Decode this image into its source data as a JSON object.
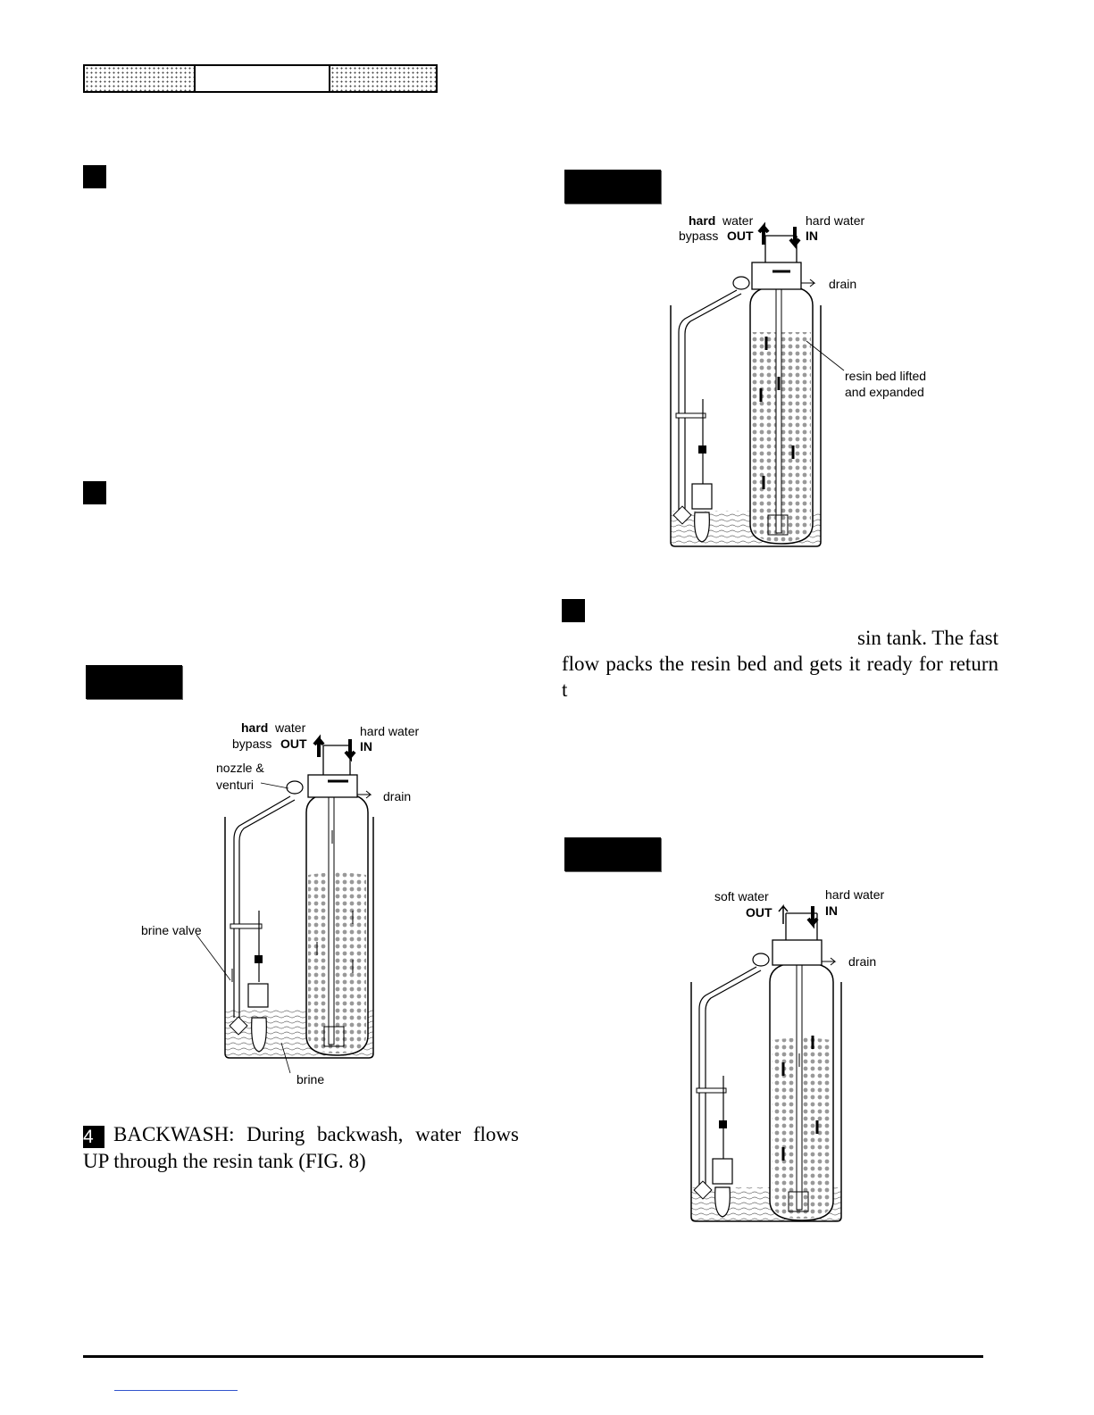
{
  "right_para": {
    "line1": "sin tank. The fast",
    "line2": "flow packs the resin bed and gets it ready for return",
    "line3": "t"
  },
  "backwash": {
    "step_number": "4",
    "line1": "BACKWASH: During backwash, water flows",
    "line2": "UP through the resin tank (FIG. 8)"
  },
  "fig_left": {
    "hard_bold": "hard",
    "water": "water",
    "bypass": "bypass",
    "out": "OUT",
    "hard_water": "hard water",
    "in": "IN",
    "nozzle": "nozzle &",
    "venturi": "venturi",
    "drain": "drain",
    "brine_valve": "brine valve",
    "brine": "brine"
  },
  "fig_top_right": {
    "hard_bold": "hard",
    "water": "water",
    "bypass": "bypass",
    "out": "OUT",
    "hard_water": "hard water",
    "in": "IN",
    "drain": "drain",
    "resin1": "resin bed lifted",
    "resin2": "and expanded"
  },
  "fig_bottom_right": {
    "soft_water": "soft water",
    "out": "OUT",
    "hard_water": "hard water",
    "in": "IN",
    "drain": "drain"
  }
}
